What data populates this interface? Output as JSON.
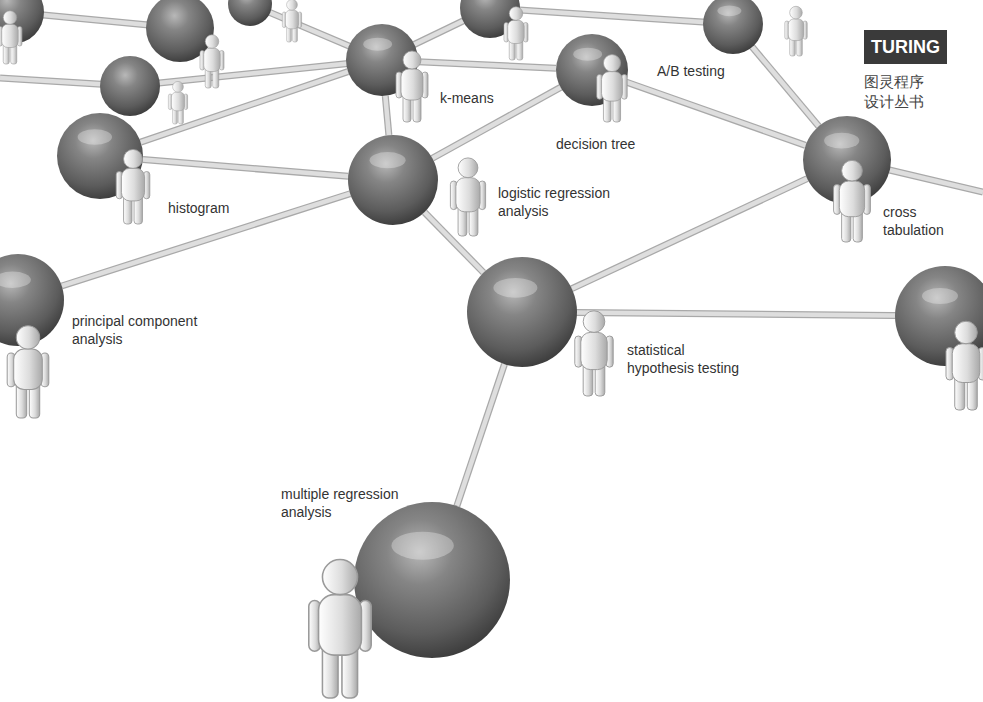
{
  "diagram": {
    "nodes": [
      {
        "text": [
          "A/B testing"
        ]
      },
      {
        "text": [
          "TURING",
          "图灵程序 设计丛书"
        ]
      },
      {
        "text": [
          "k-means"
        ]
      },
      {
        "text": [
          "decision tree"
        ]
      },
      {
        "text": [
          "histogram"
        ]
      },
      {
        "text": [
          "cross tabulation"
        ]
      },
      {
        "text": [
          "logistic regression analysis"
        ]
      },
      {
        "text": [
          "principal component analysis"
        ]
      },
      {
        "text": [
          "statistical hypothesis testing"
        ]
      },
      {
        "text": [
          "multiple regression analysis"
        ]
      }
    ],
    "edges": [
      {
        "from": 0,
        "to": 5,
        "arrow": "none"
      },
      {
        "from": 2,
        "to": 3,
        "arrow": "none"
      },
      {
        "from": 4,
        "to": 2,
        "arrow": "none"
      },
      {
        "from": 2,
        "to": 6,
        "arrow": "none"
      },
      {
        "from": 6,
        "to": 3,
        "arrow": "none"
      },
      {
        "from": 3,
        "to": 5,
        "arrow": "none"
      },
      {
        "from": 4,
        "to": 6,
        "arrow": "none"
      },
      {
        "from": 7,
        "to": 6,
        "arrow": "none"
      },
      {
        "from": 6,
        "to": 8,
        "arrow": "none"
      },
      {
        "from": 8,
        "to": 5,
        "arrow": "none"
      },
      {
        "from": 8,
        "to": 9,
        "arrow": "none"
      }
    ]
  }
}
